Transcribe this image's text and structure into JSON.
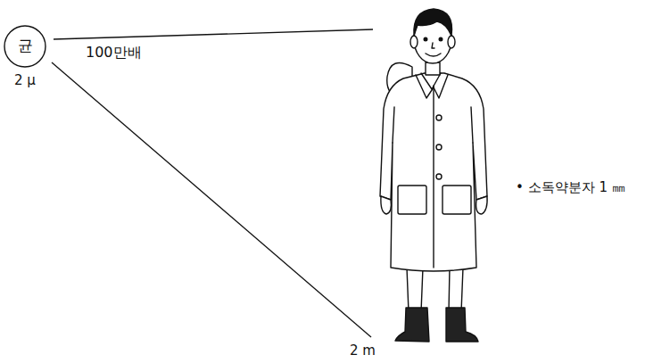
{
  "diagram": {
    "nodes": [
      {
        "text": [
          "균",
          "2 μ"
        ]
      }
    ],
    "labels": [
      "100만배",
      "2 m",
      "• 소독약분자 1 ㎜"
    ]
  }
}
